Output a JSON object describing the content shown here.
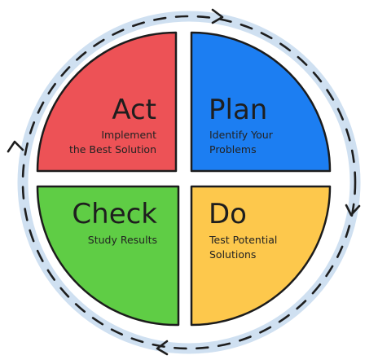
{
  "quadrants": [
    {
      "key": "act",
      "title": "Act",
      "description": [
        "Implement",
        "the Best Solution"
      ],
      "color": "#ed5256"
    },
    {
      "key": "plan",
      "title": "Plan",
      "description": [
        "Identify Your",
        "Problems"
      ],
      "color": "#1c7ef2"
    },
    {
      "key": "check",
      "title": "Check",
      "description": [
        "Study Results"
      ],
      "color": "#5fcd45"
    },
    {
      "key": "do",
      "title": "Do",
      "description": [
        "Test Potential",
        "Solutions"
      ],
      "color": "#fdc84c"
    }
  ],
  "cycle": {
    "direction": "clockwise",
    "halo_color": "#cfe0f1",
    "line_color": "#1e1e1e"
  }
}
